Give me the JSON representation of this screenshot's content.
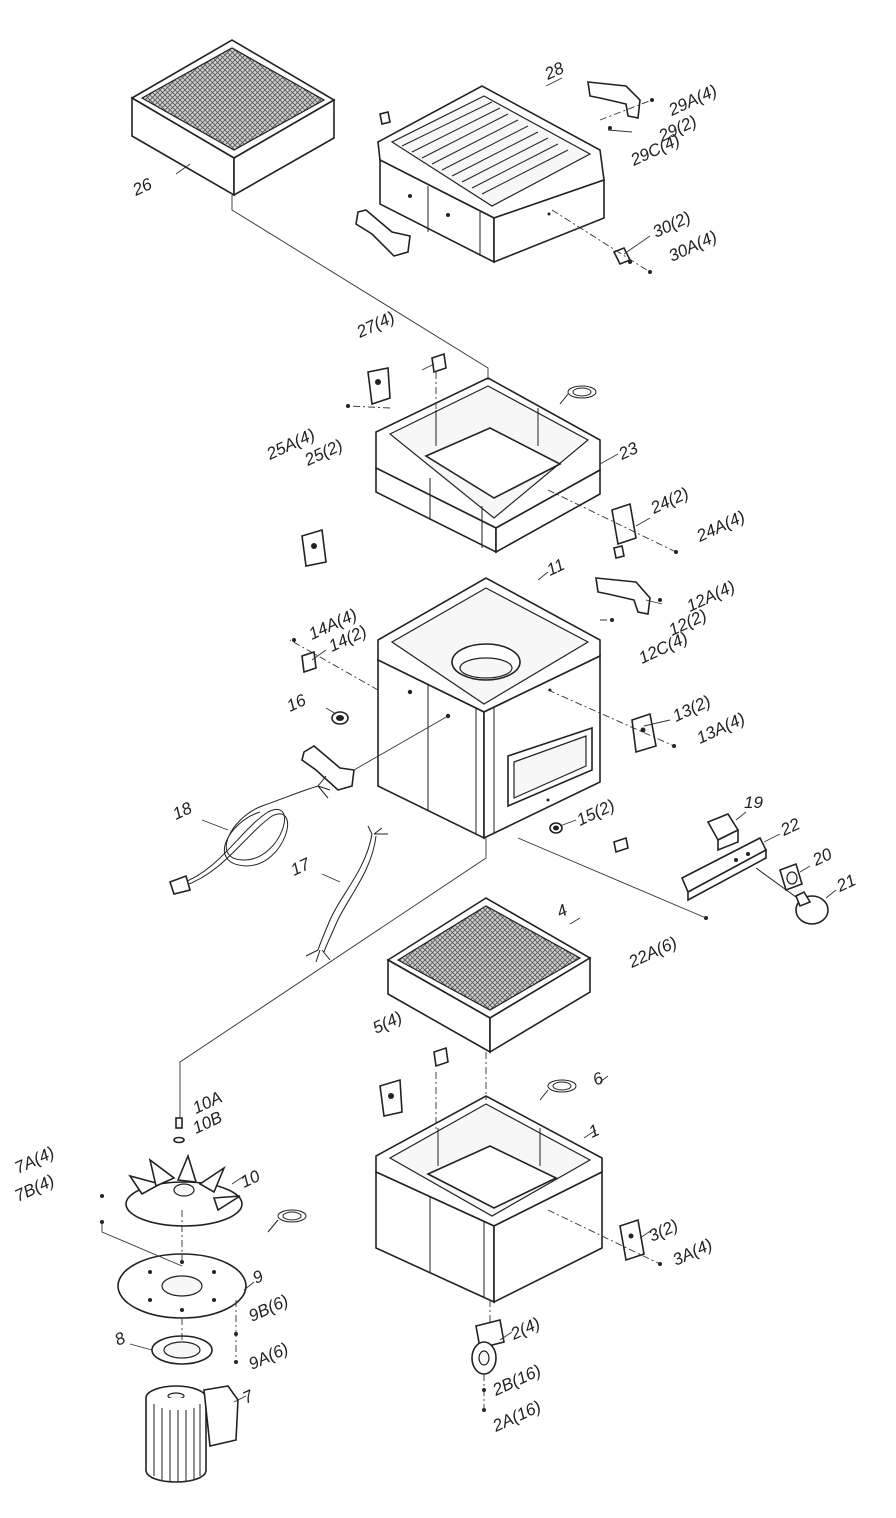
{
  "diagram": {
    "labels": {
      "p26": "26",
      "p28": "28",
      "p29a": "29A(4)",
      "p29": "29(2)",
      "p29c": "29C(4)",
      "p30": "30(2)",
      "p30a": "30A(4)",
      "p27": "27(4)",
      "p25a": "25A(4)",
      "p25": "25(2)",
      "p23": "23",
      "p24": "24(2)",
      "p24a": "24A(4)",
      "p11": "11",
      "p14a": "14A(4)",
      "p14": "14(2)",
      "p12a": "12A(4)",
      "p12": "12(2)",
      "p12c": "12C(4)",
      "p16": "16",
      "p13": "13(2)",
      "p13a": "13A(4)",
      "p15": "15(2)",
      "p18": "18",
      "p17": "17",
      "p19": "19",
      "p22": "22",
      "p20": "20",
      "p21": "21",
      "p22a": "22A(6)",
      "p4": "4",
      "p5": "5(4)",
      "p6": "6",
      "p1": "1",
      "p3": "3(2)",
      "p3a": "3A(4)",
      "p10a": "10A",
      "p10b": "10B",
      "p7a": "7A(4)",
      "p7b": "7B(4)",
      "p10": "10",
      "p9": "9",
      "p9b": "9B(6)",
      "p9a": "9A(6)",
      "p8": "8",
      "p7": "7",
      "p2": "2(4)",
      "p2b": "2B(16)",
      "p2a": "2A(16)"
    }
  }
}
